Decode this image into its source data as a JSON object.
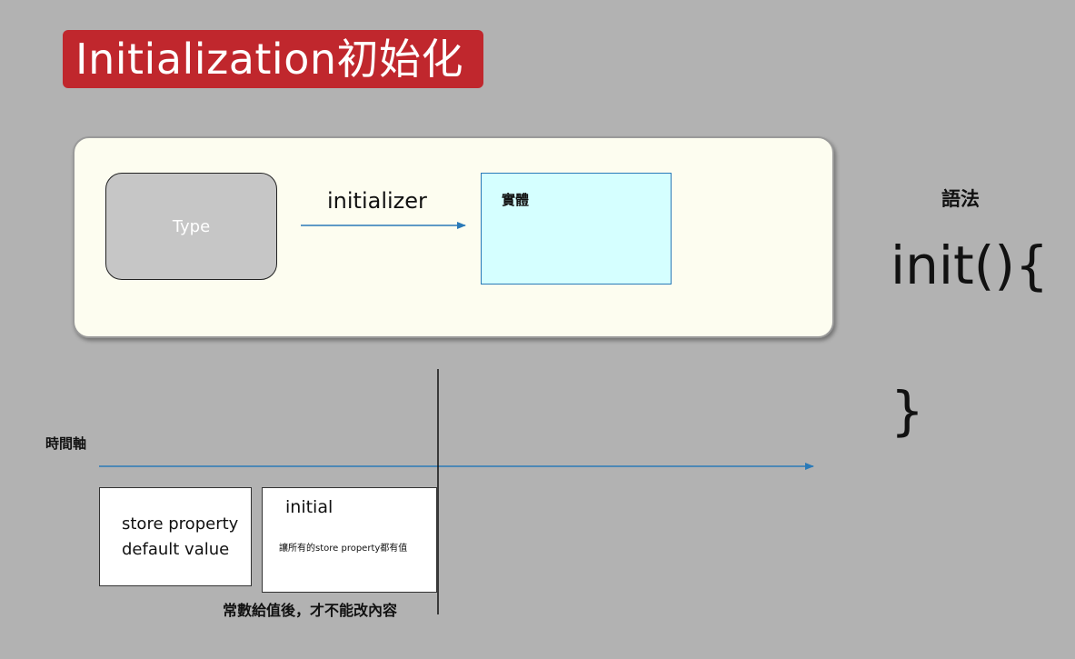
{
  "title": "Initialization初始化",
  "diagram": {
    "type_label": "Type",
    "arrow_label": "initializer",
    "instance_label": "實體"
  },
  "syntax": {
    "title": "語法",
    "code_open": "init(){",
    "code_close": "}"
  },
  "timeline": {
    "label": "時間軸",
    "store_box_line1": "store property",
    "store_box_line2": "default value",
    "init_box_title": "initial",
    "init_box_desc": "讓所有的store property都有值",
    "constant_note": "常數給值後，才不能改內容"
  },
  "colors": {
    "background": "#b2b2b2",
    "title_badge": "#c0272d",
    "panel": "#fdfdf0",
    "type_box": "#c6c6c6",
    "instance_box": "#d5ffff",
    "arrow": "#2a7ab8"
  }
}
